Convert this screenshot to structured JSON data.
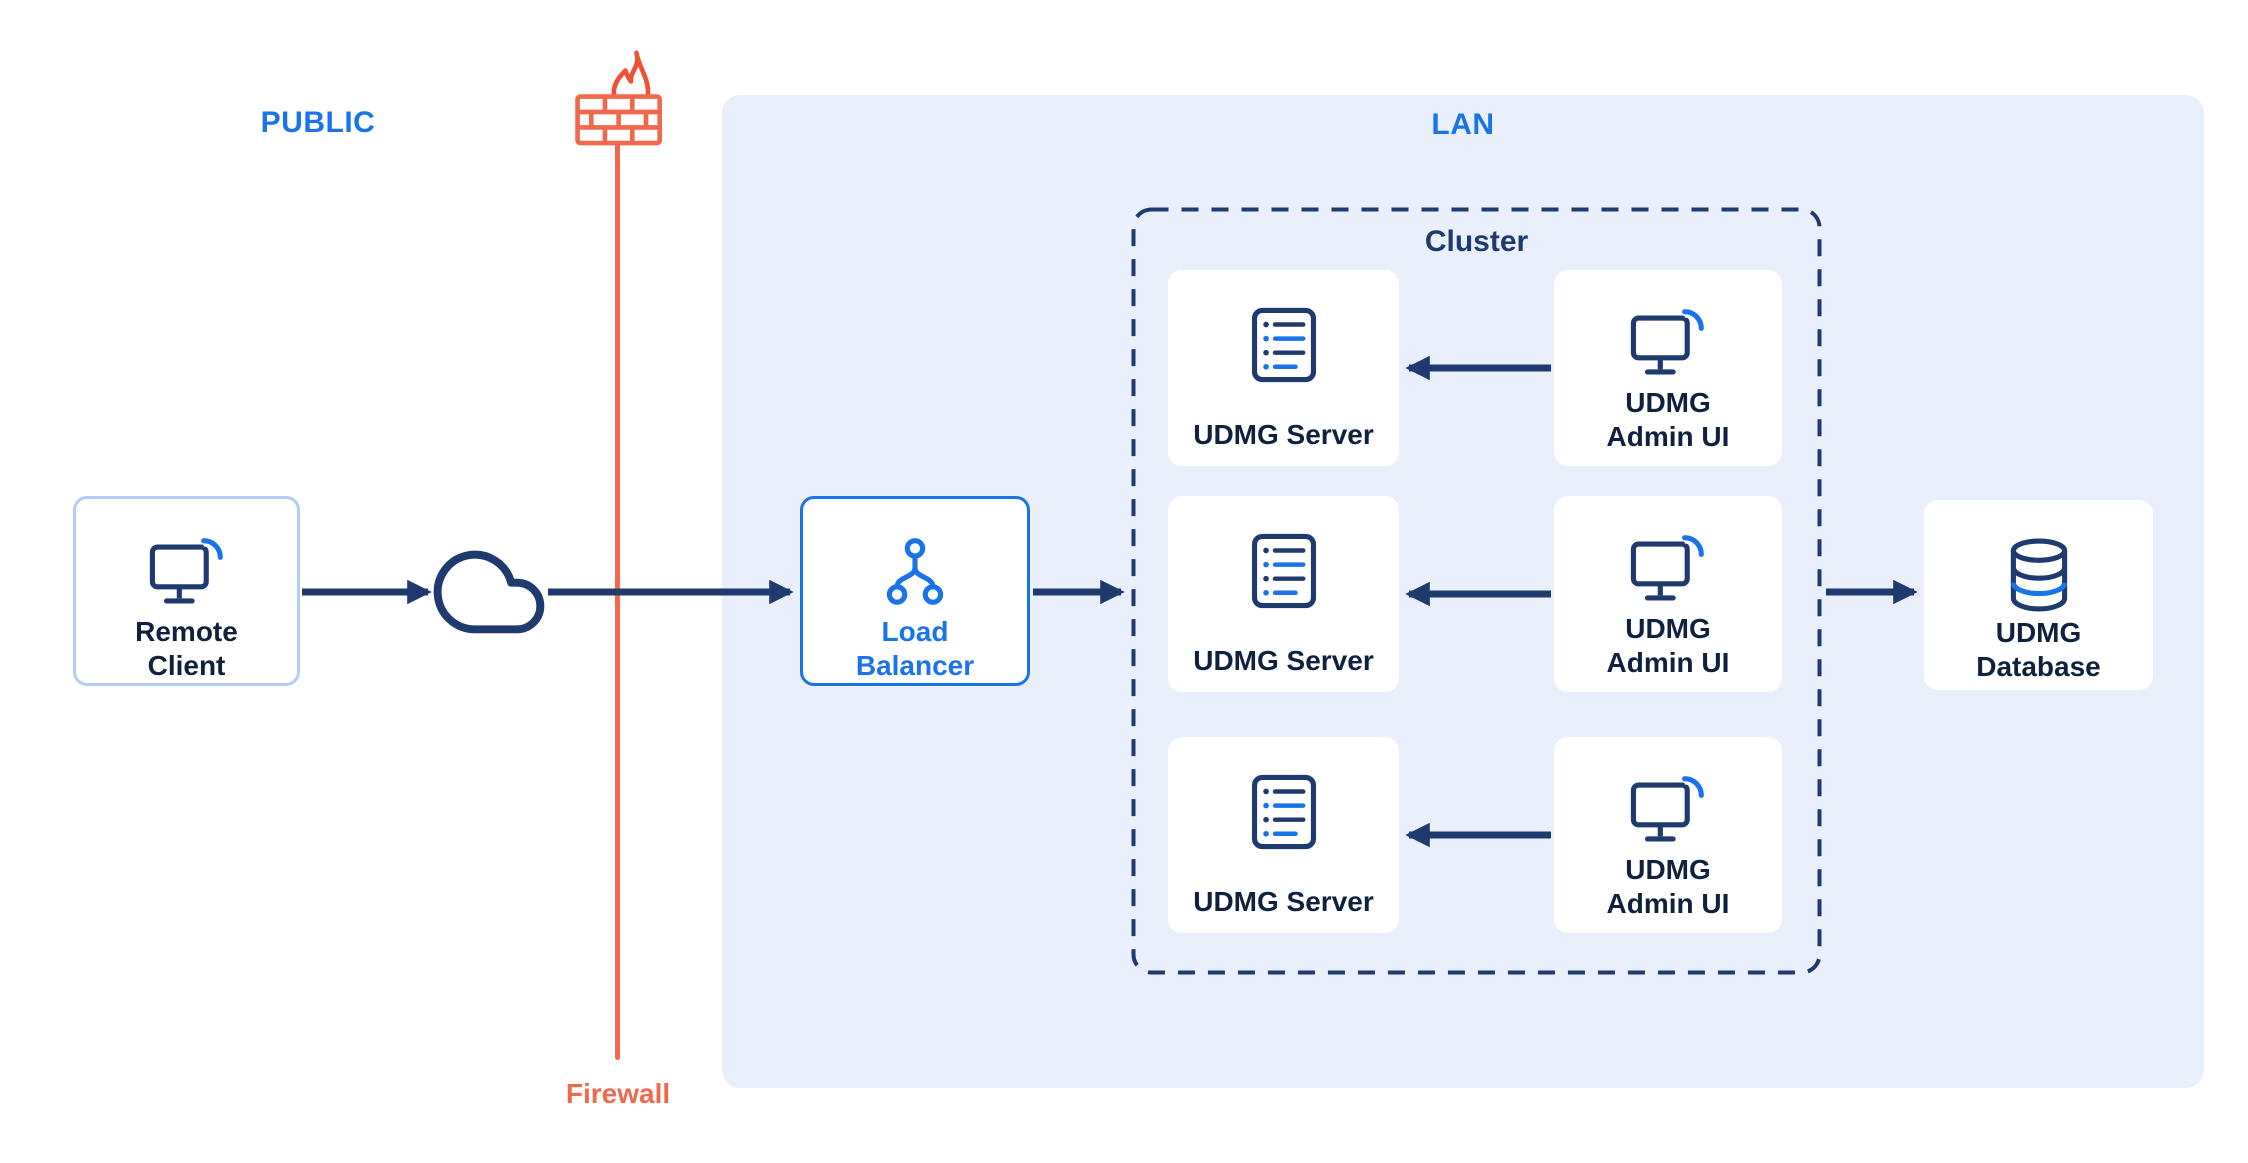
{
  "title": "UDMG network architecture diagram",
  "colors": {
    "navy": "#1e3a6e",
    "blue": "#1a73e8",
    "orange": "#f0694c",
    "lan_bg": "#e9effb",
    "text": "#10213d"
  },
  "zones": {
    "public_label": "PUBLIC",
    "lan_label": "LAN",
    "cluster_label": "Cluster"
  },
  "firewall": {
    "label": "Firewall"
  },
  "nodes": {
    "remote_client": {
      "line1": "Remote",
      "line2": "Client"
    },
    "load_balancer": {
      "line1": "Load",
      "line2": "Balancer"
    },
    "servers": [
      {
        "label": "UDMG Server"
      },
      {
        "label": "UDMG Server"
      },
      {
        "label": "UDMG Server"
      }
    ],
    "admin_uis": [
      {
        "line1": "UDMG",
        "line2": "Admin UI"
      },
      {
        "line1": "UDMG",
        "line2": "Admin UI"
      },
      {
        "line1": "UDMG",
        "line2": "Admin UI"
      }
    ],
    "database": {
      "line1": "UDMG",
      "line2": "Database"
    }
  }
}
